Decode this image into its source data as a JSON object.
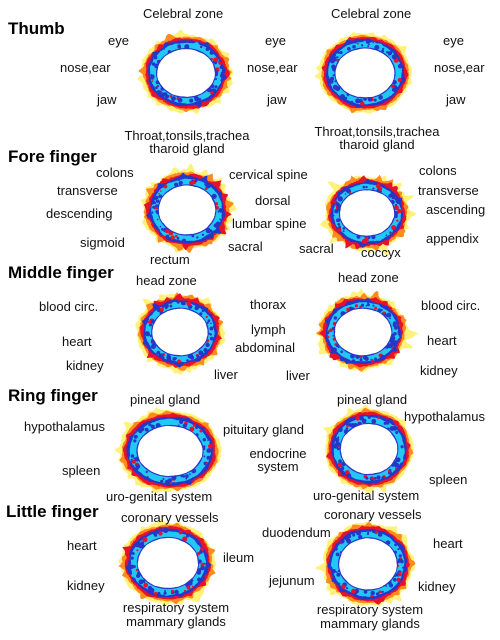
{
  "colors": {
    "outer": "#fff27a",
    "orange": "#ff8a1e",
    "red": "#e8102a",
    "blue": "#2536c8",
    "cyan": "#22c8f4",
    "background": "#ffffff"
  },
  "rows": [
    {
      "title": "Thumb",
      "left": {
        "labels": [
          "Celebral zone",
          "eye",
          "nose,ear",
          "jaw",
          "Throat,tonsils,trachea",
          "tharoid gland"
        ]
      },
      "right": {
        "labels": [
          "Celebral zone",
          "eye",
          "eye",
          "nose,ear",
          "nose,ear",
          "jaw",
          "jaw",
          "Throat,tonsils,trachea",
          "tharoid gland"
        ]
      }
    },
    {
      "title": "Fore finger",
      "left": {
        "labels": [
          "colons",
          "transverse",
          "descending",
          "sigmoid",
          "rectum"
        ]
      },
      "middle": {
        "labels": [
          "cervical spine",
          "dorsal",
          "lumbar spine",
          "sacral",
          "sacral"
        ]
      },
      "right": {
        "labels": [
          "colons",
          "transverse",
          "ascending",
          "coccyx",
          "appendix"
        ]
      }
    },
    {
      "title": "Middle finger",
      "left": {
        "labels": [
          "head zone",
          "blood circ.",
          "heart",
          "kidney",
          "liver"
        ]
      },
      "middle": {
        "labels": [
          "thorax",
          "lymph",
          "abdominal",
          "liver"
        ]
      },
      "right": {
        "labels": [
          "head zone",
          "blood circ.",
          "heart",
          "kidney"
        ]
      }
    },
    {
      "title": "Ring finger",
      "left": {
        "labels": [
          "pineal gland",
          "hypothalamus",
          "spleen",
          "uro-genital system"
        ]
      },
      "middle": {
        "labels": [
          "pituitary gland",
          "endocrine",
          "system"
        ]
      },
      "right": {
        "labels": [
          "pineal gland",
          "hypothalamus",
          "spleen",
          "uro-genital system"
        ]
      }
    },
    {
      "title": "Little finger",
      "left": {
        "labels": [
          "coronary vessels",
          "heart",
          "kidney",
          "ileum",
          "respiratory system",
          "mammary glands"
        ]
      },
      "middle": {
        "labels": [
          "duodendum",
          "jejunum"
        ]
      },
      "right": {
        "labels": [
          "coronary vessels",
          "heart",
          "kidney",
          "respiratory system",
          "mammary glands"
        ]
      }
    }
  ]
}
